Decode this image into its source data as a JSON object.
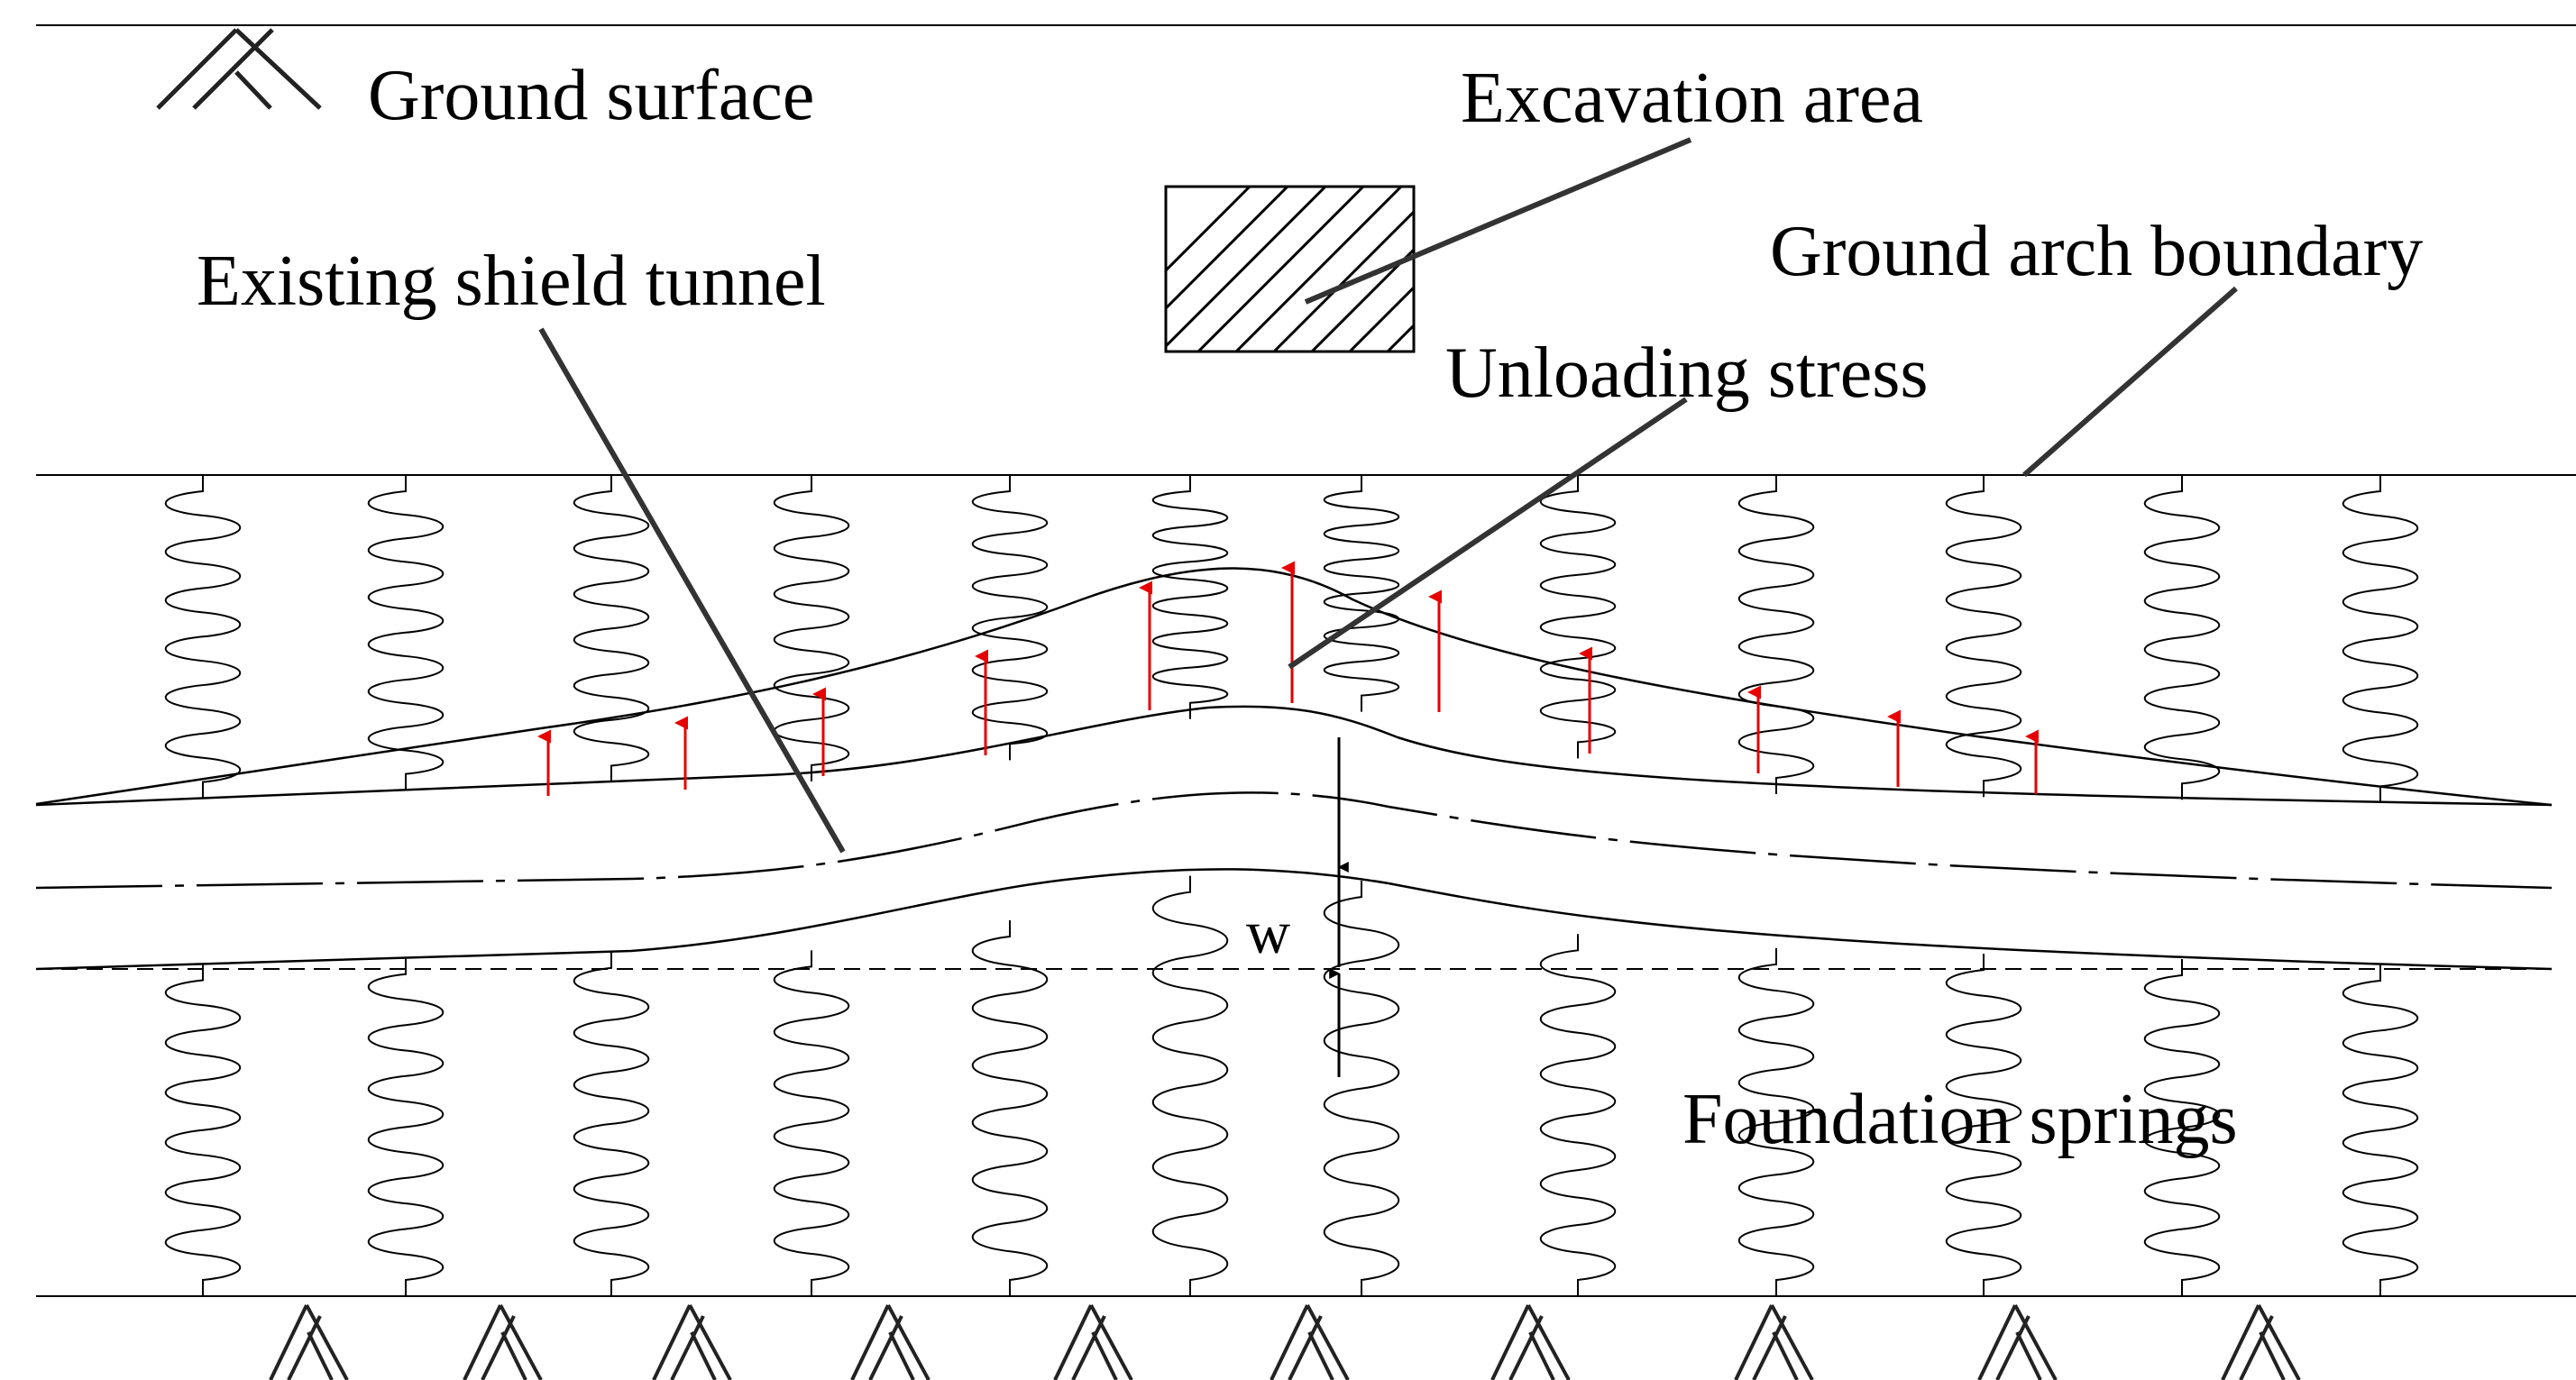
{
  "labels": {
    "ground_surface": "Ground surface",
    "excavation_area": "Excavation area",
    "ground_arch_boundary": "Ground arch boundary",
    "existing_shield_tunnel": "Existing shield tunnel",
    "unloading_stress": "Unloading stress",
    "foundation_springs": "Foundation springs",
    "w": "w"
  },
  "colors": {
    "line": "#000000",
    "leader": "#333333",
    "stress_arrow": "#e60000"
  },
  "icons": {
    "ground_symbol": "ground-hatch-icon",
    "fixed_support": "fixed-support-icon"
  }
}
